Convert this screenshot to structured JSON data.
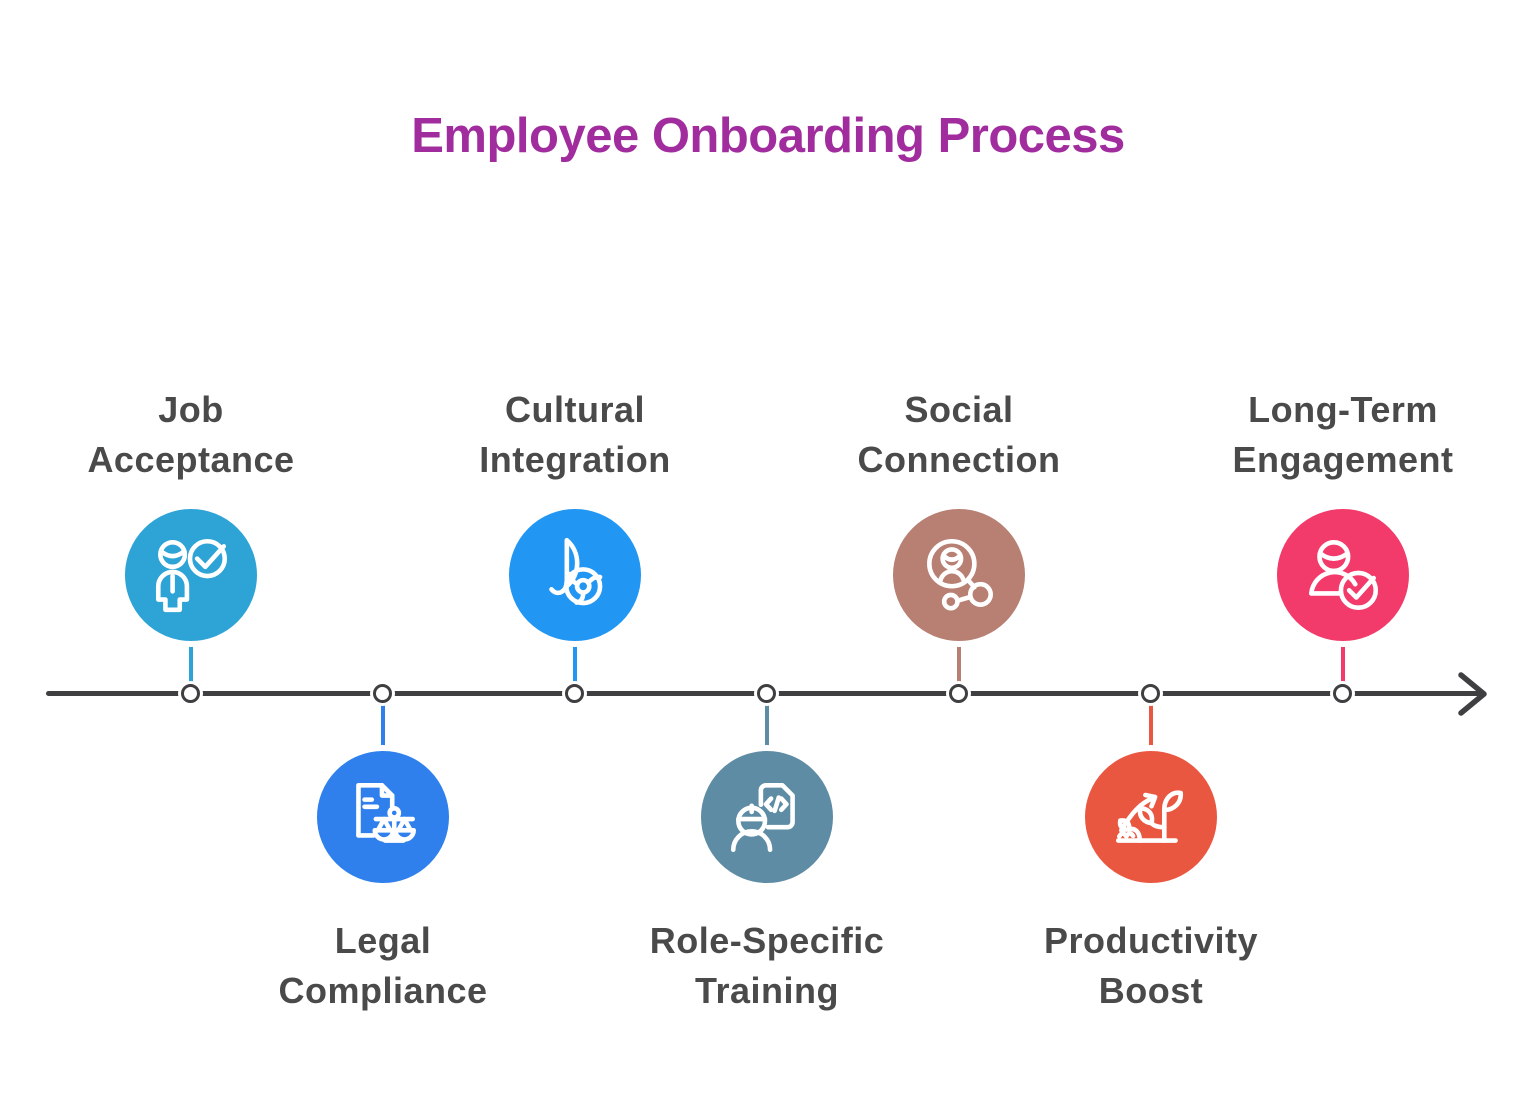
{
  "title": "Employee Onboarding Process",
  "title_color": "#A12C9E",
  "label_color": "#4A4A4A",
  "timeline": {
    "line_color": "#3F3F42",
    "dot_fill": "#FFFFFF"
  },
  "steps": [
    {
      "id": "job-acceptance",
      "label_lines": [
        "Job",
        "Acceptance"
      ],
      "color": "#2EA3D6",
      "side": "top",
      "icon": "person-check-icon"
    },
    {
      "id": "legal-compliance",
      "label_lines": [
        "Legal",
        "Compliance"
      ],
      "color": "#2F80ED",
      "side": "bottom",
      "icon": "document-scales-icon"
    },
    {
      "id": "cultural-integration",
      "label_lines": [
        "Cultural",
        "Integration"
      ],
      "color": "#2196F3",
      "side": "top",
      "icon": "culture-wheel-icon"
    },
    {
      "id": "role-specific-training",
      "label_lines": [
        "Role-Specific",
        "Training"
      ],
      "color": "#5D8CA4",
      "side": "bottom",
      "icon": "worker-code-icon"
    },
    {
      "id": "social-connection",
      "label_lines": [
        "Social",
        "Connection"
      ],
      "color": "#B87F73",
      "side": "top",
      "icon": "person-network-icon"
    },
    {
      "id": "productivity-boost",
      "label_lines": [
        "Productivity",
        "Boost"
      ],
      "color": "#EA5741",
      "side": "bottom",
      "icon": "growth-plants-icon"
    },
    {
      "id": "long-term-engagement",
      "label_lines": [
        "Long-Term",
        "Engagement"
      ],
      "color": "#F23A6B",
      "side": "top",
      "icon": "person-approved-icon"
    }
  ]
}
